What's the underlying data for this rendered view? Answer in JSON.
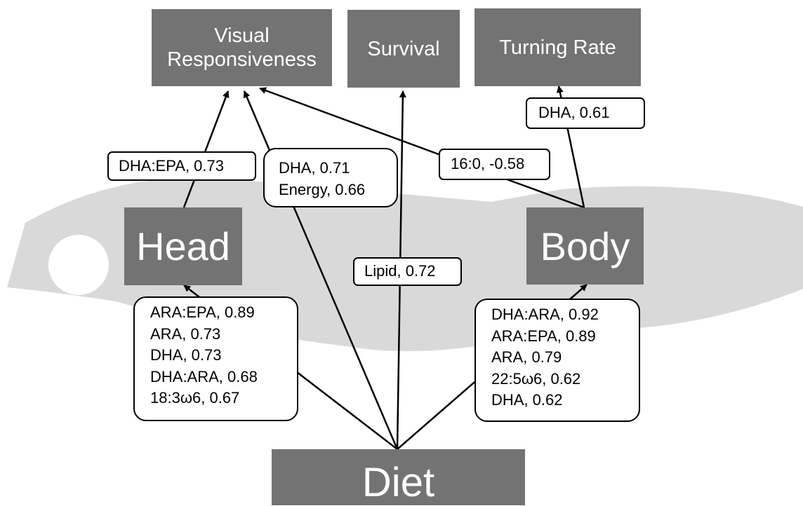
{
  "colors": {
    "node_fill": "#737373",
    "node_text": "#ffffff",
    "fish_silhouette": "#d9d9d9",
    "label_border": "#000000"
  },
  "nodes": {
    "visual": {
      "lines": [
        "Visual",
        "Responsiveness"
      ]
    },
    "survival": {
      "label": "Survival"
    },
    "turning": {
      "label": "Turning Rate"
    },
    "head": {
      "label": "Head"
    },
    "body": {
      "label": "Body"
    },
    "diet": {
      "label": "Diet"
    }
  },
  "labels": {
    "head_visual": "DHA:EPA, 0.73",
    "diet_visual": [
      "DHA, 0.71",
      "Energy, 0.66"
    ],
    "body_visual": "16:0, -0.58",
    "body_turning": "DHA, 0.61",
    "diet_survival": "Lipid, 0.72",
    "diet_head": [
      "ARA:EPA, 0.89",
      "ARA, 0.73",
      "DHA, 0.73",
      "DHA:ARA, 0.68",
      "18:3ω6, 0.67"
    ],
    "diet_body": [
      "DHA:ARA, 0.92",
      "ARA:EPA, 0.89",
      "ARA, 0.79",
      "22:5ω6, 0.62",
      "DHA, 0.62"
    ]
  }
}
